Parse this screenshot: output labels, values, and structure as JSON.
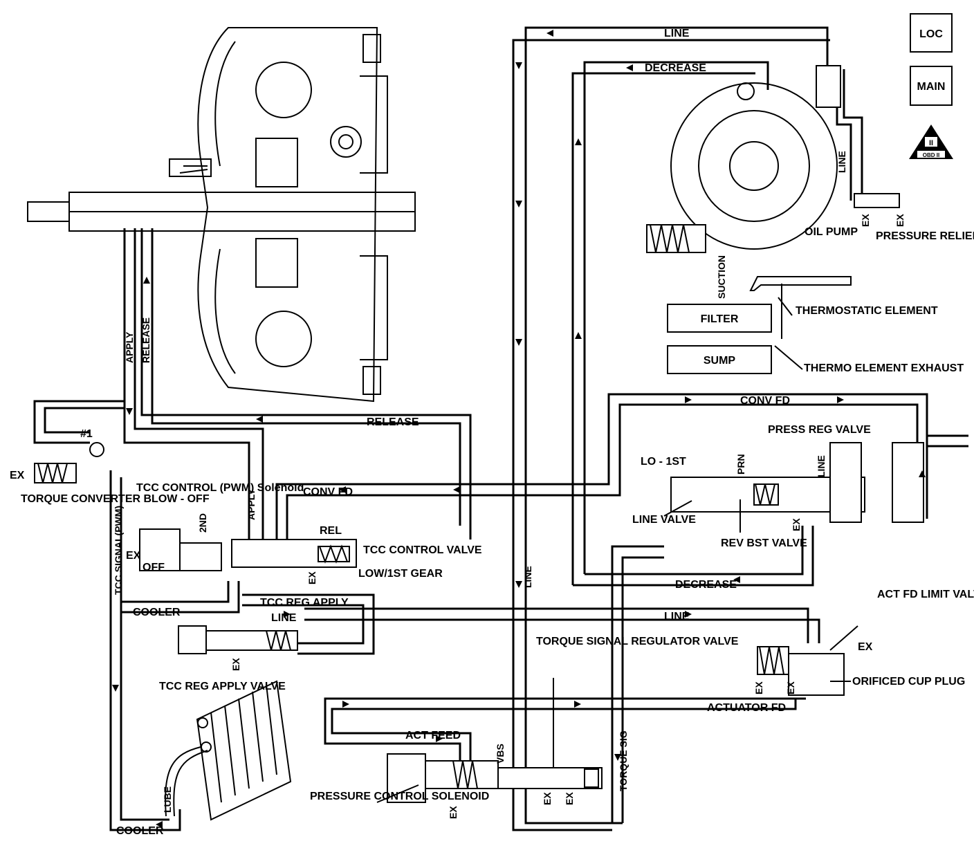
{
  "badges": {
    "loc": "LOC",
    "main": "MAIN",
    "obd": "OBD II",
    "obd_numeral": "II"
  },
  "labels": {
    "line_top": "LINE",
    "decrease_top": "DECREASE",
    "line_right_vertical": "LINE",
    "oil_pump": "OIL PUMP",
    "ex": "EX",
    "pressure_relief_valve": "PRESSURE RELIEF VALVE",
    "suction": "SUCTION",
    "filter": "FILTER",
    "sump": "SUMP",
    "thermostatic_element": "THERMOSTATIC ELEMENT",
    "thermo_element_exhaust": "THERMO ELEMENT EXHAUST",
    "apply": "APPLY",
    "release": "RELEASE",
    "release_horizontal": "RELEASE",
    "check_ball": "#1",
    "torque_converter_blow_off": "TORQUE CONVERTER BLOW - OFF",
    "tcc_signal_pwm": "TCC SIGNAL(PWM)",
    "tcc_control_solenoid": "TCC CONTROL (PWM) Solenoid",
    "second": "2ND",
    "apply_vertical": "APPLY",
    "off": "OFF",
    "conv_fd_mid": "CONV FD",
    "rel": "REL",
    "tcc_control_valve": "TCC CONTROL VALVE",
    "low_1st_gear": "LOW/1ST GEAR",
    "cooler": "COOLER",
    "tcc_reg_apply": "TCC REG APPLY",
    "line_mid": "LINE",
    "tcc_reg_apply_valve": "TCC REG APPLY VALVE",
    "lube": "LUBE",
    "cooler_bottom": "COOLER",
    "line_vertical_center": "LINE",
    "torque_signal_regulator_valve": "TORQUE SIGNAL REGULATOR VALVE",
    "act_feed": "ACT FEED",
    "vbs": "VBS",
    "pressure_control_solenoid": "PRESSURE CONTROL SOLENOID",
    "torque_sig": "TORQUE SIG",
    "conv_fd_right": "CONV FD",
    "lo_1st": "LO - 1ST",
    "prn": "PRN",
    "press_reg_valve": "PRESS REG VALVE",
    "line_press_reg": "LINE",
    "line_valve": "LINE VALVE",
    "rev_bst_valve": "REV BST VALVE",
    "decrease_bottom": "DECREASE",
    "line_right": "LINE",
    "act_fd_limit_valve": "ACT FD LIMIT VALVE",
    "orificed_cup_plug": "ORIFICED CUP PLUG",
    "actuator_fd": "ACTUATOR FD"
  }
}
